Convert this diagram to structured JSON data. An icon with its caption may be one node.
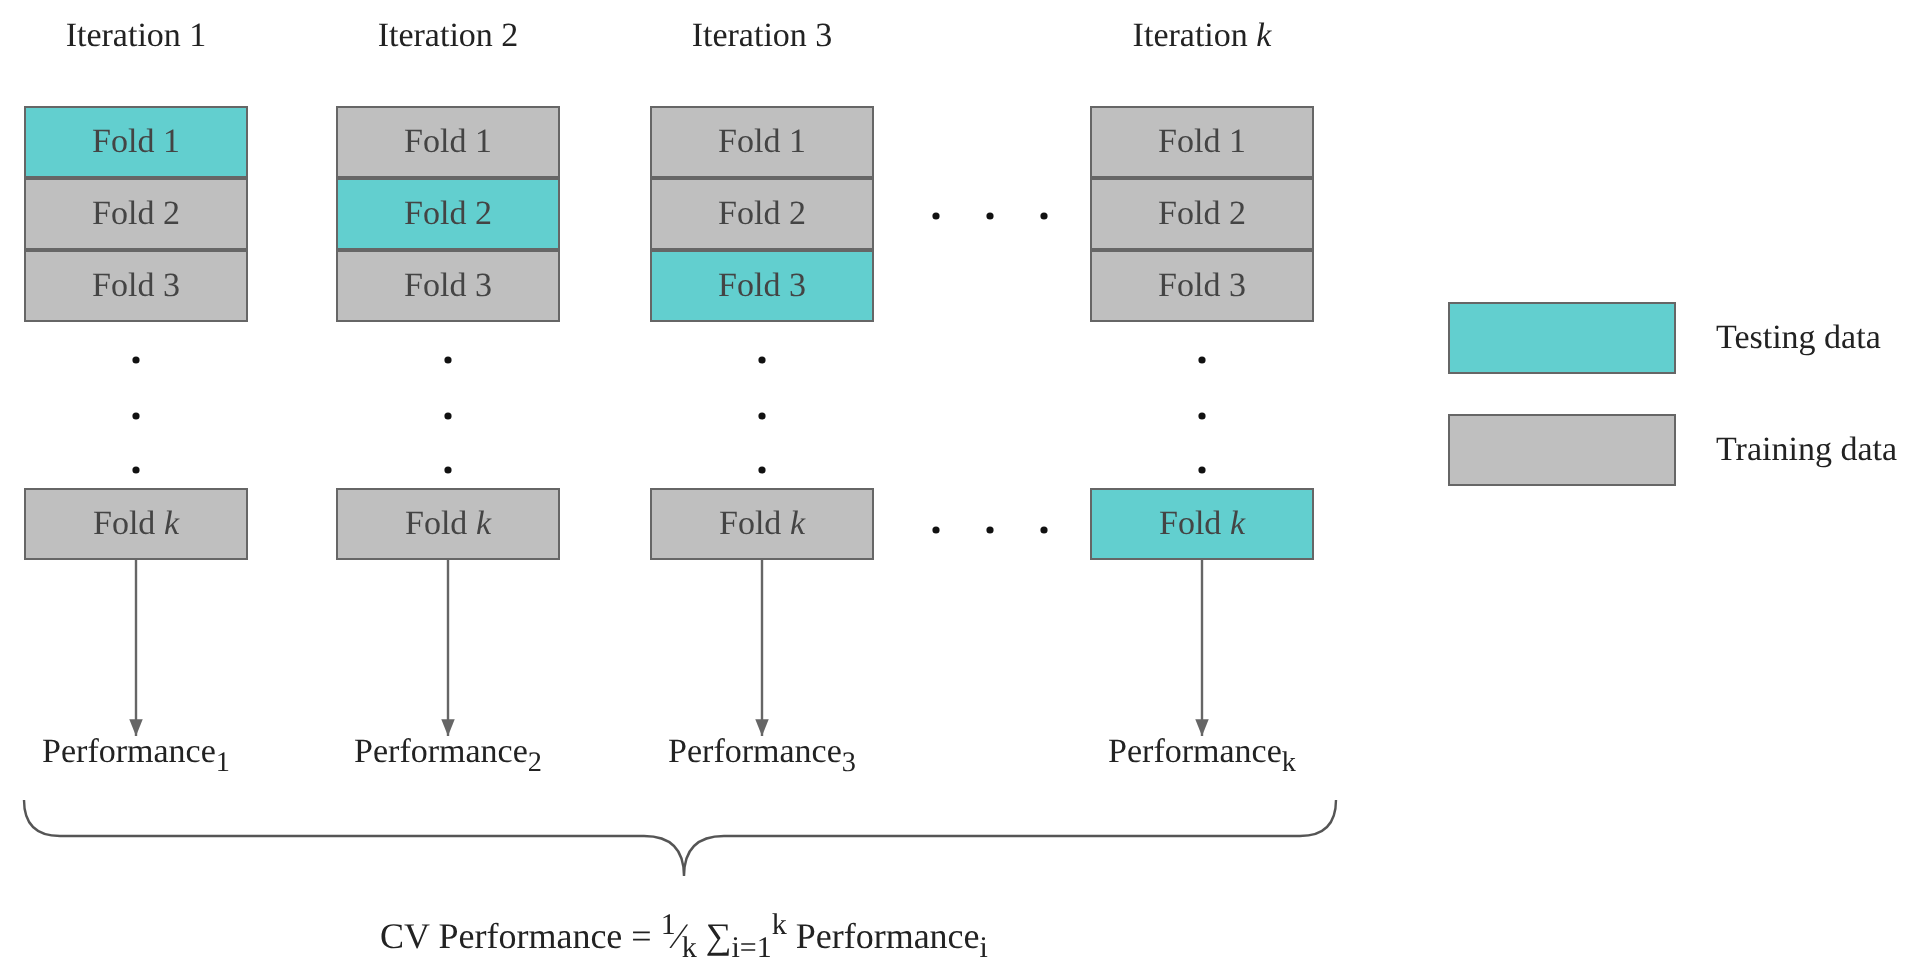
{
  "diagram": {
    "caption": "CV Performance = $^{1}$⁄$_{k}$ ∑$_{i=1}$$^{k}$ Performance$_{i}$",
    "nodes": [
      {
        "text": [
          "Fold 1"
        ]
      },
      {
        "text": [
          "Fold 2"
        ]
      },
      {
        "text": [
          "Fold 3"
        ]
      },
      {
        "text": [
          "Fold *k*"
        ]
      },
      {
        "text": [
          "Performance$_{1}$"
        ]
      },
      {
        "text": [
          "Fold 1"
        ]
      },
      {
        "text": [
          "Fold 2"
        ]
      },
      {
        "text": [
          "Fold 3"
        ]
      },
      {
        "text": [
          "Fold *k*"
        ]
      },
      {
        "text": [
          "Performance$_{2}$"
        ]
      },
      {
        "text": [
          "Fold 1"
        ]
      },
      {
        "text": [
          "Fold 2"
        ]
      },
      {
        "text": [
          "Fold 3"
        ]
      },
      {
        "text": [
          "Fold *k*"
        ]
      },
      {
        "text": [
          "Performance$_{3}$"
        ]
      },
      {
        "text": [
          "Fold 1"
        ]
      },
      {
        "text": [
          "Fold 2"
        ]
      },
      {
        "text": [
          "Fold 3"
        ]
      },
      {
        "text": [
          "Fold *k*"
        ]
      },
      {
        "text": [
          "Performance$_{k}$"
        ]
      }
    ],
    "edges": [
      {
        "from": 3,
        "to": 4,
        "arrow": "to"
      },
      {
        "from": 8,
        "to": 9,
        "arrow": "to"
      },
      {
        "from": 13,
        "to": 14,
        "arrow": "to"
      },
      {
        "from": 18,
        "to": 19,
        "arrow": "to"
      }
    ],
    "labels": [
      "Iteration 1",
      "Iteration 2",
      "Iteration 3",
      "Iteration *k*"
    ],
    "legend": [
      {
        "text": "Testing data",
        "color": "#62cfcf"
      },
      {
        "text": "Training data",
        "color": "#bfbfbf"
      }
    ]
  }
}
